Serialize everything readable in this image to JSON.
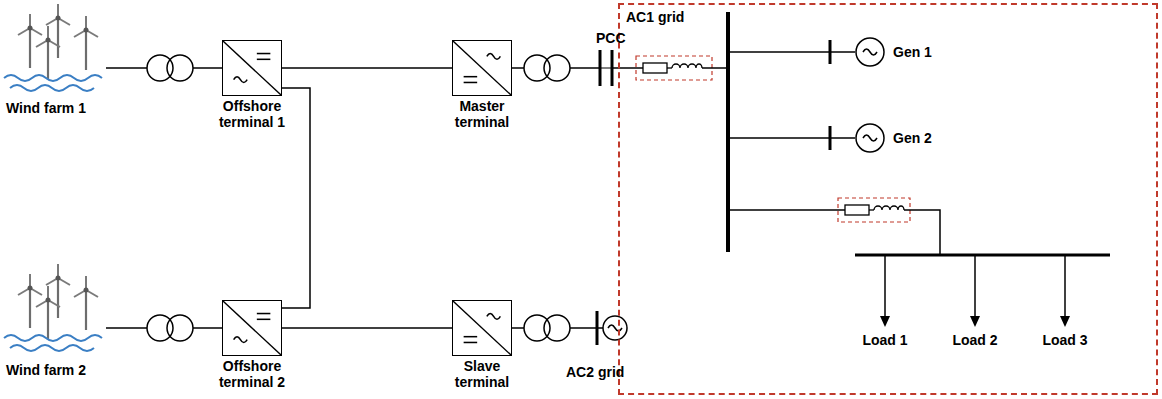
{
  "diagram": {
    "nodes": [
      {
        "text": [
          "Offshore terminal 1"
        ]
      },
      {
        "text": [
          "Master terminal"
        ]
      },
      {
        "text": [
          "Offshore terminal 2"
        ]
      },
      {
        "text": [
          "Slave terminal"
        ]
      },
      {
        "text": [
          "AC1 grid"
        ]
      },
      {
        "text": [
          "Gen 1"
        ],
        "in": 4
      },
      {
        "text": [
          "Gen 2"
        ],
        "in": 4
      }
    ],
    "edges": [
      {
        "from": 0,
        "to": 1,
        "arrow": "none"
      },
      {
        "from": 0,
        "to": 2,
        "arrow": "none"
      },
      {
        "from": 2,
        "to": 3,
        "arrow": "none"
      }
    ],
    "labels": [
      "Wind farm 1",
      "Wind farm 2",
      "PCC",
      "AC2 grid",
      "Load 1",
      "Load 2",
      "Load 3"
    ]
  }
}
